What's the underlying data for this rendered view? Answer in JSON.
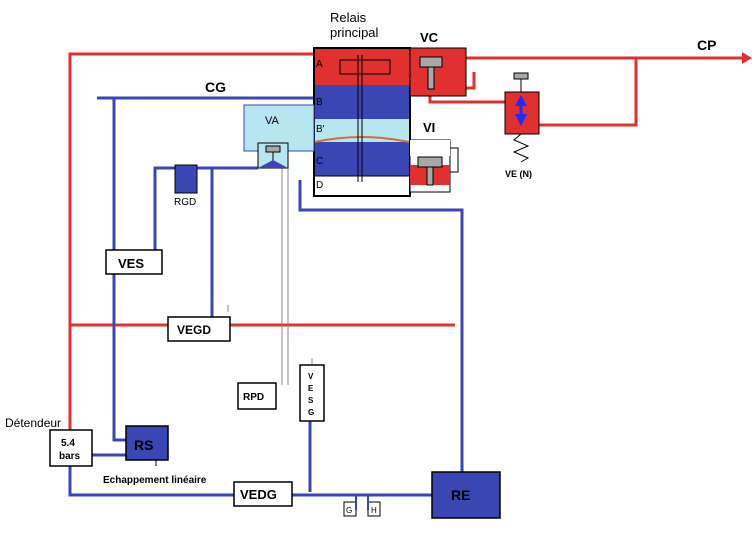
{
  "colors": {
    "air_red": "#e03030",
    "air_blue": "#3a46b4",
    "light_blue": "#b8e6f0",
    "dark_blue": "#2a2f9e",
    "grey": "#a8a8a8"
  },
  "labels": {
    "relais_line1": "Relais",
    "relais_line2": "principal",
    "vc": "VC",
    "cp": "CP",
    "cg": "CG",
    "va": "VA",
    "vi": "VI",
    "ve": "VE (N)",
    "rgd": "RGD",
    "ves": "VES",
    "vegd": "VEGD",
    "rpd": "RPD",
    "vesg": [
      "V",
      "E",
      "S",
      "G"
    ],
    "detendeur": "Détendeur",
    "bars_value": "5.4",
    "bars_unit": "bars",
    "rs": "RS",
    "echappement": "Echappement linéaire",
    "vedg": "VEDG",
    "re": "RE",
    "g": "G",
    "h": "H",
    "chamber_a": "A",
    "chamber_b": "B",
    "chamber_b_prime": "B'",
    "chamber_c": "C",
    "chamber_d": "D"
  }
}
